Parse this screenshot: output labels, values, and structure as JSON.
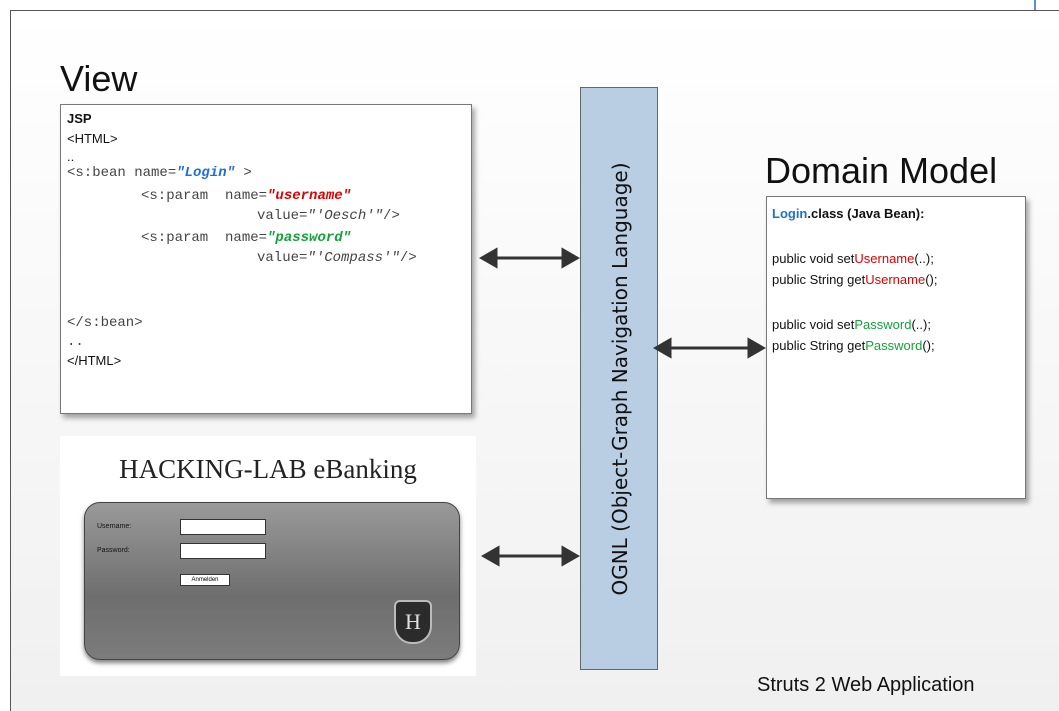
{
  "view": {
    "title": "View",
    "jsp": {
      "heading": "JSP",
      "html_open": "<HTML>",
      "dots1": "..",
      "bean_open_a": "<s:bean name=",
      "bean_name": "\"Login\"",
      "bean_open_b": " >",
      "param1_a": "<s:param  name=",
      "param1_name": "\"username\"",
      "param1_value_a": "value=",
      "param1_value": "\"'Oesch'\"",
      "param1_value_b": "/>",
      "param2_a": "<s:param  name=",
      "param2_name": "\"password\"",
      "param2_value_a": "value=",
      "param2_value": "\"'Compass'\"",
      "param2_value_b": "/>",
      "bean_close": "</s:bean>",
      "dots2": "..",
      "html_close": "</HTML>"
    }
  },
  "ognl": {
    "label": "OGNL (Object-Graph Navigation Language)",
    "color": "#b9cde3"
  },
  "domain_model": {
    "title": "Domain Model",
    "class_name": "Login",
    "class_suffix": ".class (Java Bean):",
    "m1_a": "public void set",
    "m1_b": "Username",
    "m1_c": "(..);",
    "m2_a": "public String get",
    "m2_b": "Username",
    "m2_c": "();",
    "m3_a": "public void set",
    "m3_b": "Password",
    "m3_c": "(..);",
    "m4_a": "public String get",
    "m4_b": "Password",
    "m4_c": "();"
  },
  "ebanking": {
    "title": "HACKING-LAB eBanking",
    "username_label": "Username:",
    "password_label": "Password:",
    "button_label": "Anmelden",
    "logo_letter": "H"
  },
  "footer": "Struts 2 Web Application"
}
